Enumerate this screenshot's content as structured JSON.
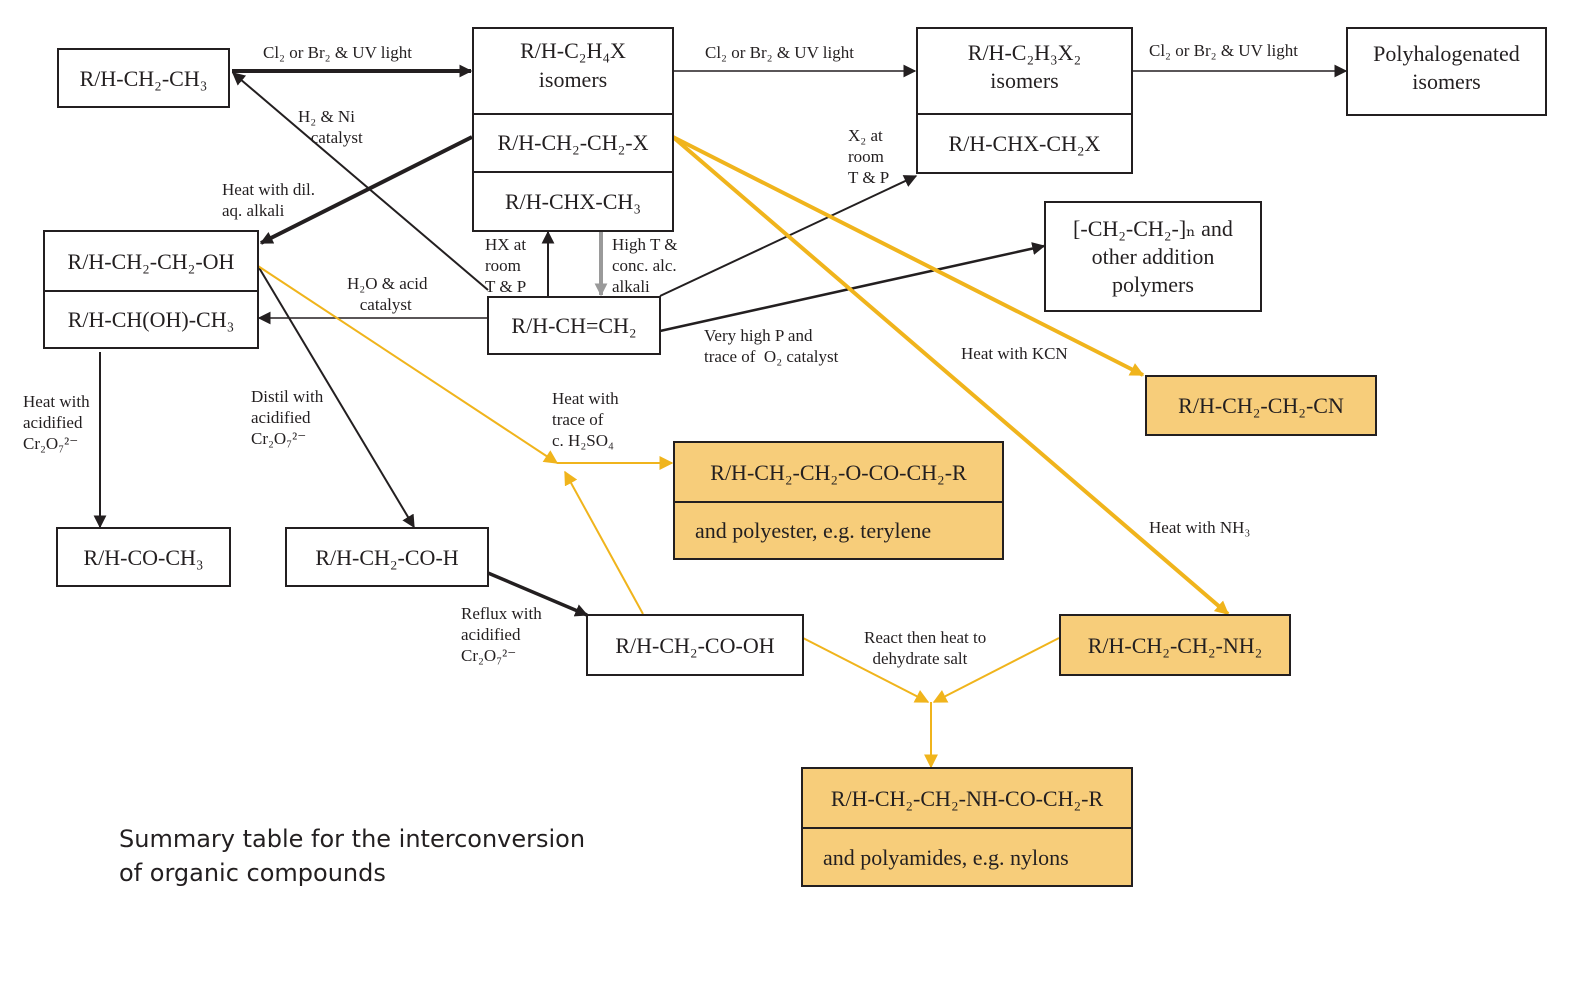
{
  "caption": {
    "line1": "Summary table for the interconversion",
    "line2": "of organic compounds"
  },
  "colors": {
    "line": "#231f20",
    "highlight_line": "#f0b41c",
    "highlight_fill": "#f7cd7a",
    "grey_arrow": "#9a9a9a"
  },
  "boxes": {
    "ethane": "R/H-CH₂-CH₃",
    "monohalo": {
      "title1": "R/H-C₂H₄X",
      "title2": "isomers",
      "row1": "R/H-CH₂-CH₂-X",
      "row2": "R/H-CHX-CH₃"
    },
    "dihalo": {
      "title1": "R/H-C₂H₃X₂",
      "title2": "isomers",
      "row1": "R/H-CHX-CH₂X"
    },
    "polyhalo": {
      "line1": "Polyhalogenated",
      "line2": "isomers"
    },
    "alcohols": {
      "row1": "R/H-CH₂-CH₂-OH",
      "row2": "R/H-CH(OH)-CH₃"
    },
    "alkene": "R/H-CH=CH₂",
    "polymer": {
      "line1": "[-CH₂-CH₂-]ₙ and",
      "line2": "other addition",
      "line3": "polymers"
    },
    "nitrile": "R/H-CH₂-CH₂-CN",
    "ester": {
      "row1": "R/H-CH₂-CH₂-O-CO-CH₂-R",
      "row2": "and polyester, e.g. terylene"
    },
    "ketone": "R/H-CO-CH₃",
    "aldehyde": "R/H-CH₂-CO-H",
    "acid": "R/H-CH₂-CO-OH",
    "amine": "R/H-CH₂-CH₂-NH₂",
    "amide": {
      "row1": "R/H-CH₂-CH₂-NH-CO-CH₂-R",
      "row2": "and polyamides, e.g. nylons"
    }
  },
  "labels": {
    "halogenation_1": "Cl₂ or Br₂ & UV light",
    "halogenation_2": "Cl₂ or Br₂ & UV light",
    "halogenation_3": "Cl₂ or Br₂ & UV light",
    "hydrogenation": "H₂ & Ni\n   catalyst",
    "hydrolysis": "Heat with dil.\naq. alkali",
    "hx_addition": "HX at\nroom\nT & P",
    "elimination": "High T &\nconc. alc.\nalkali",
    "x2_addition": "X₂ at\nroom\nT & P",
    "hydration": "H₂O & acid\n   catalyst",
    "polymerisation": "Very high P and\ntrace of  O₂ catalyst",
    "kcn": "Heat with KCN",
    "nh3": "Heat with NH₃",
    "oxidation_ketone": "Heat with\nacidified\nCr₂O₇²⁻",
    "oxidation_aldehyde": "Distil with\nacidified\nCr₂O₇²⁻",
    "esterification": "Heat with\ntrace of\nc. H₂SO₄",
    "reflux": "Reflux with\nacidified\nCr₂O₇²⁻",
    "condensation": "React then heat to\n  dehydrate salt"
  }
}
